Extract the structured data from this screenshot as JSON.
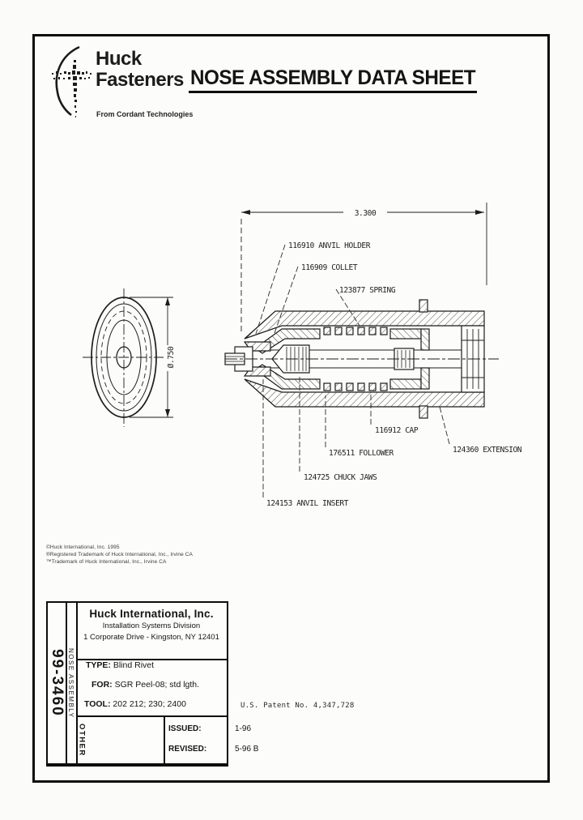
{
  "header": {
    "brand_top": "Huck",
    "brand_bottom": "Fasteners",
    "tagline": "From Cordant Technologies",
    "title": "NOSE ASSEMBLY DATA SHEET"
  },
  "drawing": {
    "length_dim": "3.300",
    "diameter_dim": "Ø.750",
    "labels": {
      "anvil_holder": "116910 ANVIL HOLDER",
      "collet": "116909 COLLET",
      "spring": "123877 SPRING",
      "cap": "116912 CAP",
      "extension": "124360 EXTENSION",
      "follower": "176511 FOLLOWER",
      "chuck_jaws": "124725 CHUCK JAWS",
      "anvil_insert": "124153 ANVIL INSERT"
    }
  },
  "footnotes": {
    "line1": "©Huck International, Inc. 1995",
    "line2": "®Registered Trademark of Huck International, Inc., Irvine CA",
    "line3": "™Trademark of Huck International, Inc., Irvine CA"
  },
  "title_block": {
    "doc_number": "99-3460",
    "category": "NOSE ASSEMBLY",
    "other": "OTHER",
    "company": "Huck International, Inc.",
    "division": "Installation Systems Division",
    "address": "1 Corporate Drive - Kingston, NY  12401",
    "type_label": "TYPE:",
    "type_value": "Blind Rivet",
    "for_label": "FOR:",
    "for_value": "SGR Peel-08; std lgth.",
    "tool_label": "TOOL:",
    "tool_value": "202  212; 230; 2400",
    "issued_label": "ISSUED:",
    "issued_value": "1-96",
    "revised_label": "REVISED:",
    "revised_value": "5-96 B"
  },
  "patent": "U.S. Patent No. 4,347,728"
}
